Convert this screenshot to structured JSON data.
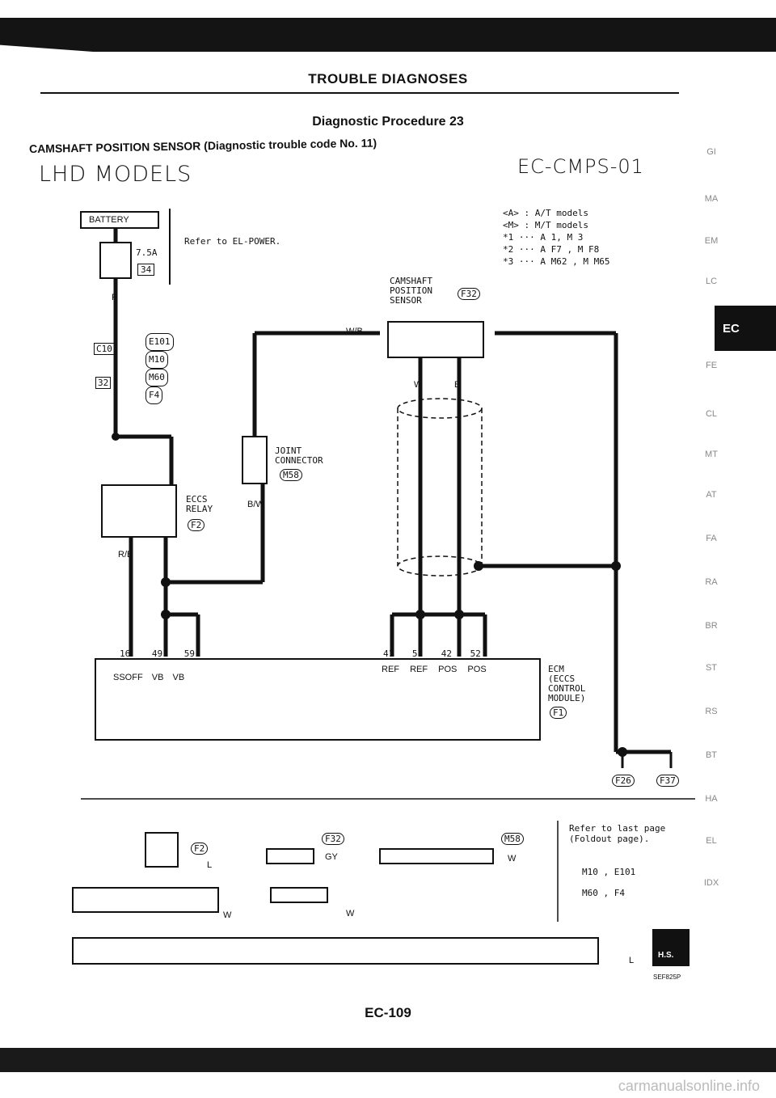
{
  "header": {
    "title": "TROUBLE DIAGNOSES",
    "procedure": "Diagnostic Procedure 23",
    "subject": "CAMSHAFT POSITION SENSOR (Diagnostic trouble code No. 11)",
    "model": "LHD MODELS",
    "diagram_code": "EC-CMPS-01"
  },
  "legend": {
    "a": "A/T models",
    "m": "M/T models",
    "note1": "*1 ··· A 1, M 3",
    "note2": "*2 ··· A F7 , M F8",
    "note3": "*3 ··· A M62 , M M65"
  },
  "diagram": {
    "battery": "BATTERY",
    "fuse": "7.5A",
    "fuse_no": "34",
    "refer": "Refer to EL-POWER.",
    "sensor": [
      "CAMSHAFT",
      "POSITION",
      "SENSOR"
    ],
    "sensor_conn": "F32",
    "joint": [
      "JOINT",
      "CONNECTOR"
    ],
    "joint_conn": "M58",
    "relay": [
      "ECCS",
      "RELAY"
    ],
    "relay_conn": "F2",
    "ecm": [
      "ECM",
      "(ECCS",
      "CONTROL",
      "MODULE)"
    ],
    "ecm_conn": "F1",
    "ecm_pins": [
      "SSOFF",
      "VB",
      "VB",
      "REF",
      "REF",
      "POS",
      "POS"
    ],
    "ecm_pin_nos": [
      "16",
      "49",
      "59",
      "41",
      "51",
      "42",
      "52"
    ],
    "ground_conns": [
      "F26",
      "F37"
    ],
    "wire_colors": [
      "R",
      "W/B",
      "B/W",
      "R/B",
      "W",
      "B"
    ],
    "conn_labels": [
      "E101",
      "C10",
      "M10",
      "M60",
      "F4",
      "32"
    ]
  },
  "connectors": {
    "f2_color": "L",
    "f32_color": "GY",
    "m58_color": "W",
    "f7_color": "W",
    "f8_color": "W",
    "f1_color": "L",
    "refer_last": "Refer to last page",
    "foldout": "(Foldout page).",
    "pairs": [
      "M10 , E101",
      "M60 , F4"
    ],
    "hs": "H.S.",
    "image_code": "SEF825P"
  },
  "side_tabs": [
    "GI",
    "MA",
    "EM",
    "LC",
    "EC",
    "FE",
    "CL",
    "MT",
    "AT",
    "FA",
    "RA",
    "BR",
    "ST",
    "RS",
    "BT",
    "HA",
    "EL",
    "IDX"
  ],
  "footer": {
    "page": "EC-109",
    "watermark": "carmanualsonline.info"
  }
}
